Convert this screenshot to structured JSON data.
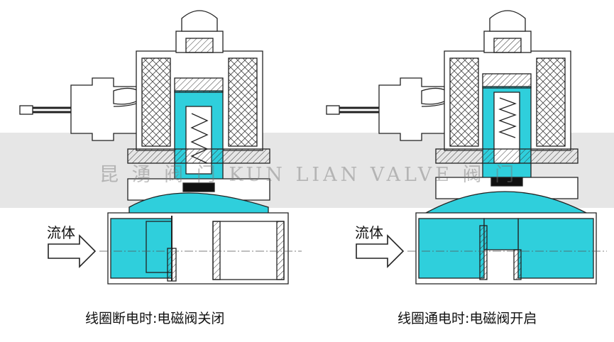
{
  "watermark": "昆 湧 阀 门  KUN  LIAN  VALVE  阀 门",
  "colors": {
    "fluid": "#2fcfdc",
    "band": "#e6e6e6",
    "line": "#222222",
    "metal": "#ffffff",
    "magnet": "#111111"
  },
  "left_valve": {
    "flow_label": "流体",
    "caption": "线圈断电时:电磁阀关闭",
    "state": "closed"
  },
  "right_valve": {
    "flow_label": "流体",
    "caption": "线圈通电时:电磁阀开启",
    "state": "open"
  }
}
